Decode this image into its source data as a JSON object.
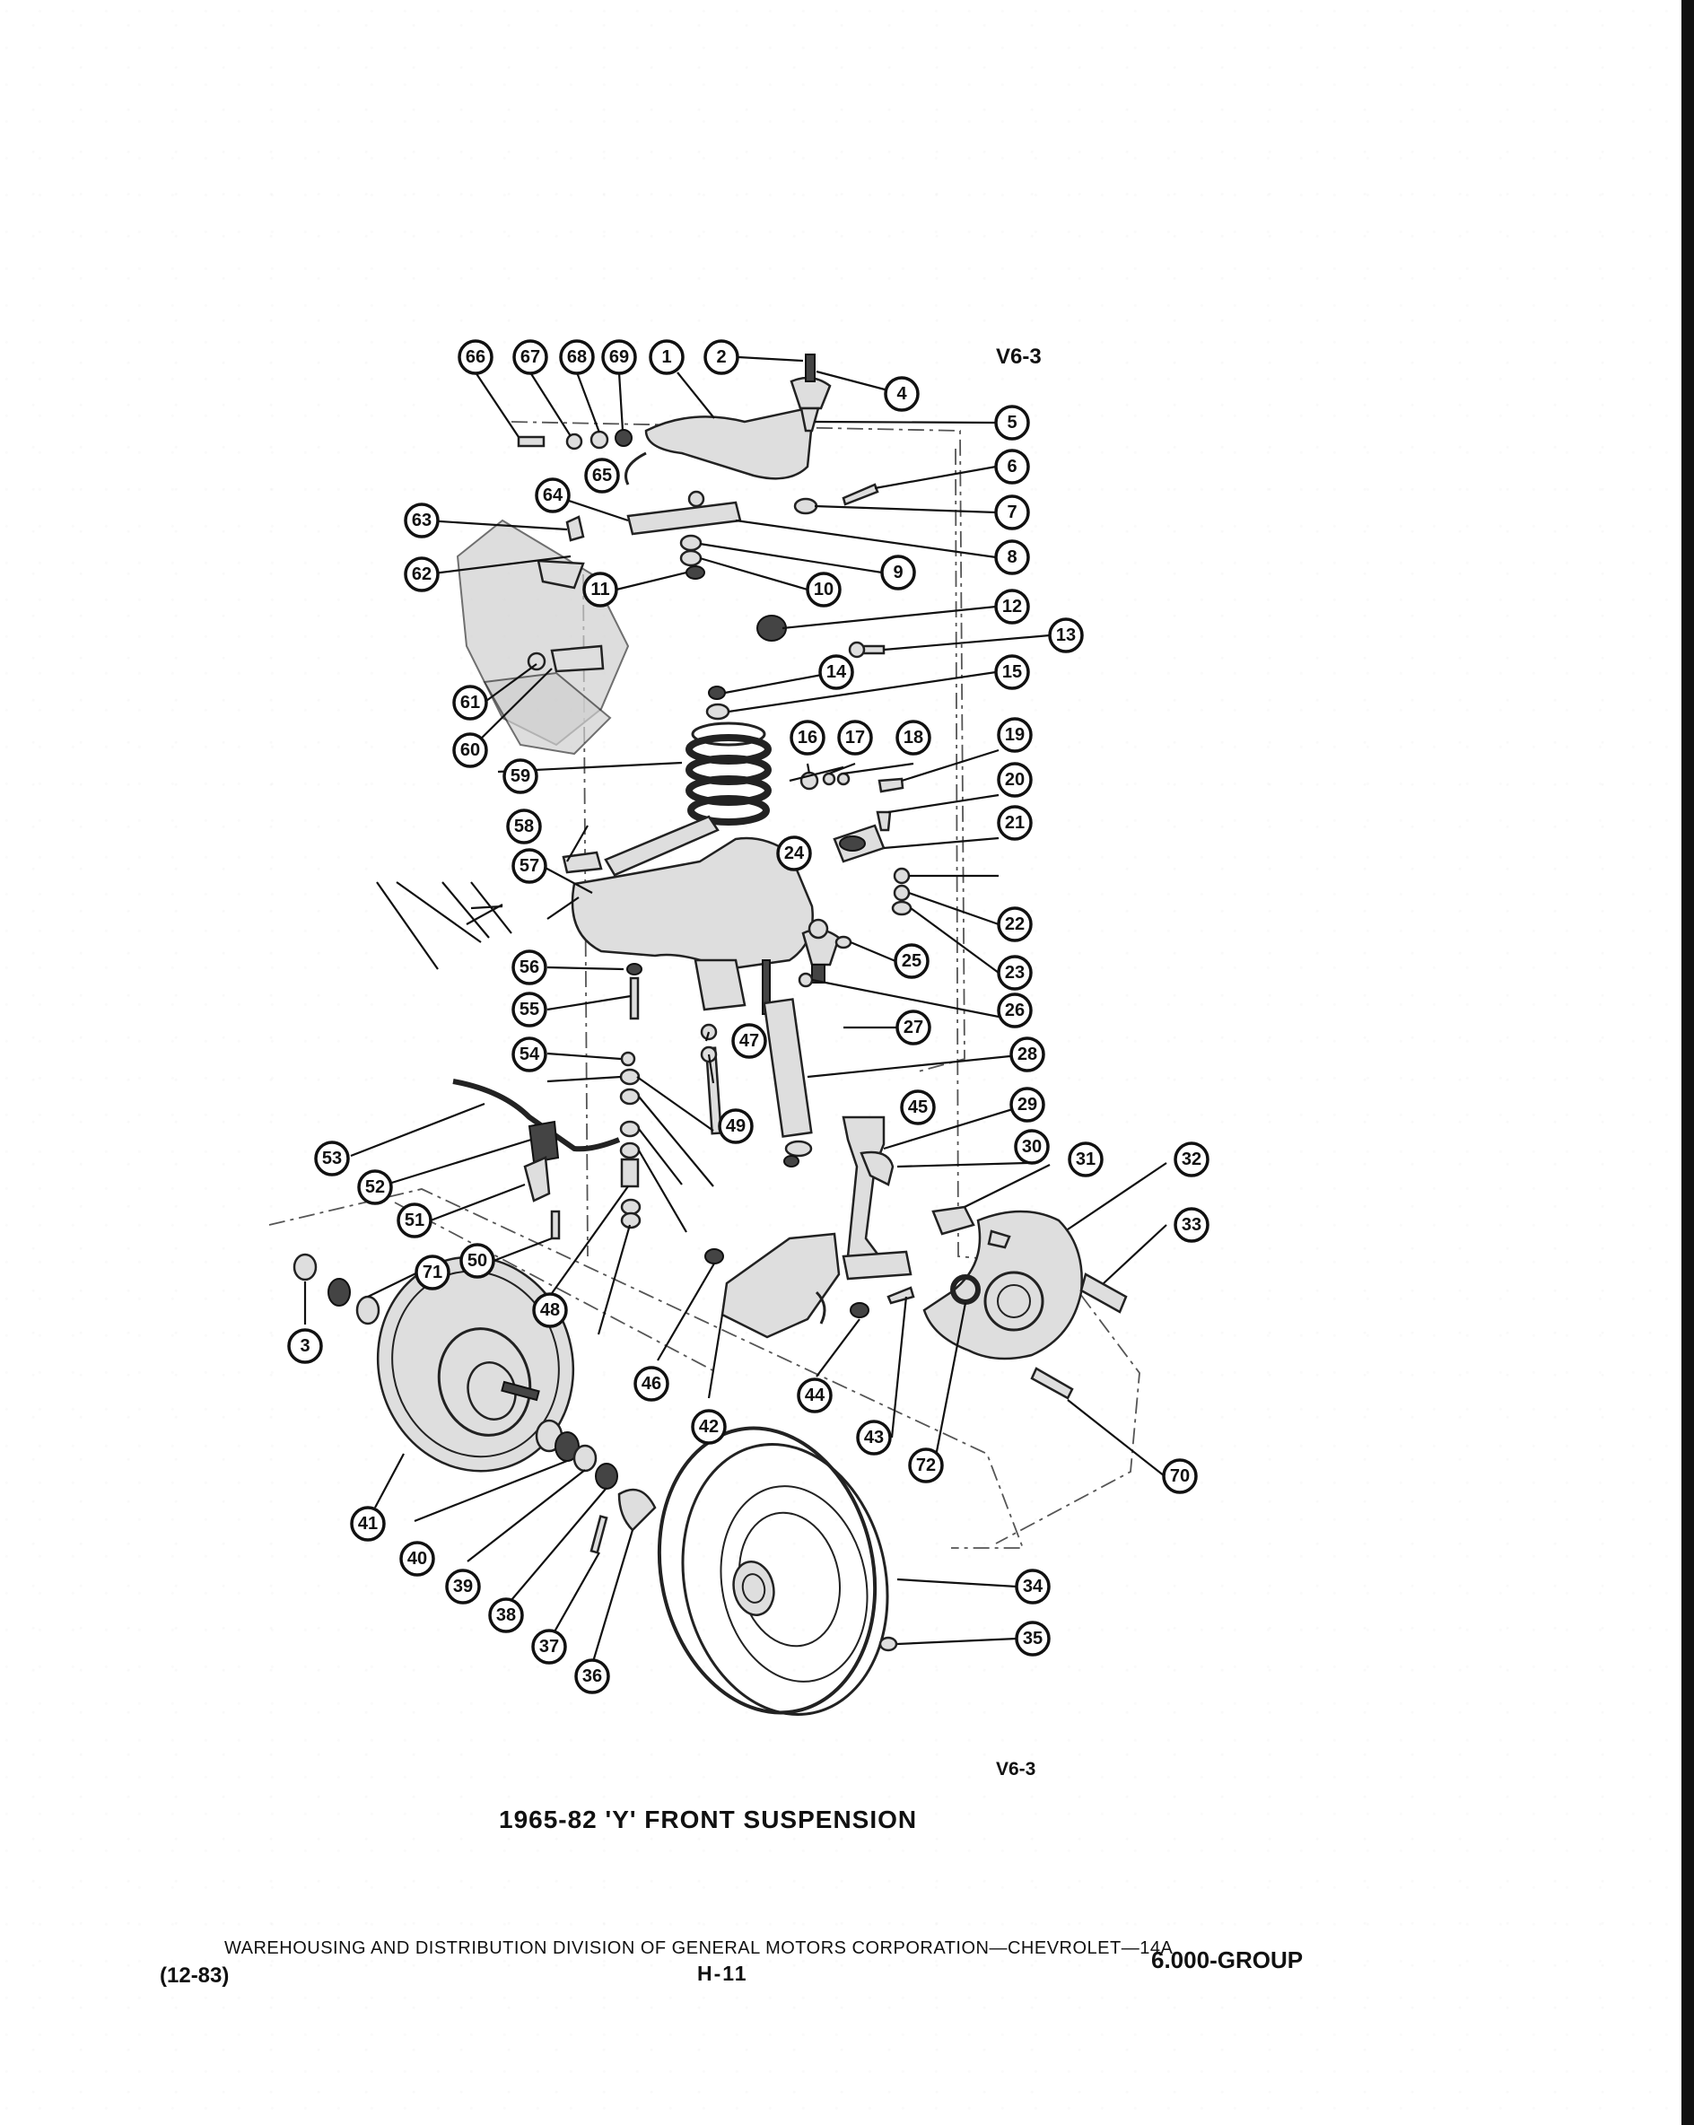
{
  "header": {
    "illustration_code": "V6-3"
  },
  "diagram": {
    "illustration_code": "V6-3",
    "title": "1965-82 'Y' FRONT SUSPENSION",
    "callouts": [
      "66",
      "67",
      "68",
      "69",
      "1",
      "2",
      "4",
      "5",
      "6",
      "7",
      "8",
      "9",
      "10",
      "11",
      "12",
      "13",
      "14",
      "15",
      "16",
      "17",
      "18",
      "19",
      "20",
      "21",
      "22",
      "23",
      "24",
      "25",
      "26",
      "27",
      "28",
      "29",
      "30",
      "31",
      "32",
      "33",
      "34",
      "35",
      "36",
      "37",
      "38",
      "39",
      "40",
      "41",
      "42",
      "43",
      "44",
      "45",
      "46",
      "47",
      "48",
      "49",
      "50",
      "51",
      "52",
      "53",
      "54",
      "55",
      "56",
      "57",
      "58",
      "59",
      "60",
      "61",
      "62",
      "63",
      "64",
      "65",
      "70",
      "71",
      "72",
      "3"
    ]
  },
  "footer": {
    "division": "WAREHOUSING AND DISTRIBUTION DIVISION OF GENERAL MOTORS CORPORATION—CHEVROLET—14A",
    "date": "(12-83)",
    "page": "H-11",
    "group": "6.000-GROUP"
  },
  "colors": {
    "ink": "#111111",
    "paper": "#ffffff"
  }
}
